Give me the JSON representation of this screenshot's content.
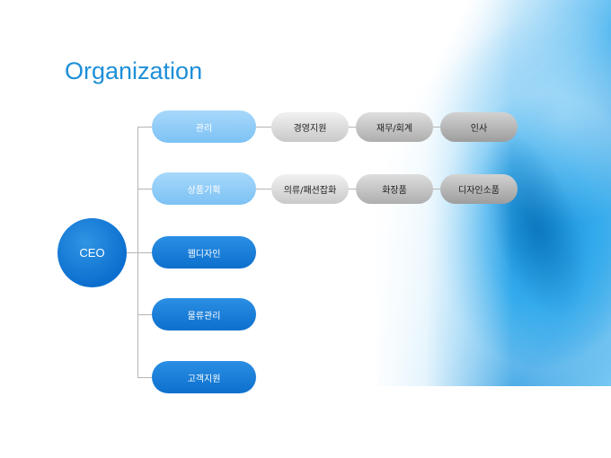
{
  "title": "Organization",
  "ceo": "CEO",
  "departments": [
    {
      "label": "관리",
      "subs": [
        "경영지원",
        "재무/회계",
        "인사"
      ]
    },
    {
      "label": "상품기획",
      "subs": [
        "의류/패션잡화",
        "화장품",
        "디자인소품"
      ]
    },
    {
      "label": "웹디자인"
    },
    {
      "label": "물류관리"
    },
    {
      "label": "고객지원"
    }
  ],
  "colors": {
    "title": "#1d8fd8",
    "ceo": "#0c6fcf",
    "dept_light": "#8ccbf7",
    "dept_dark": "#0d6fcd",
    "sub_gray": "#c9c9c9",
    "connector": "#b5b5b5"
  }
}
